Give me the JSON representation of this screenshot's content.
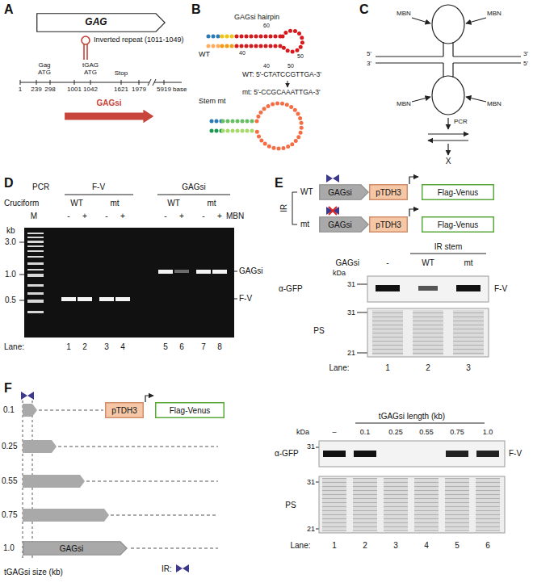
{
  "diagram": {
    "nodes": [
      {
        "text": [
          "GAG"
        ]
      },
      {
        "text": [
          "GAGsi"
        ]
      },
      {
        "text": [
          "GAGsi"
        ]
      },
      {
        "text": [
          "pTDH3"
        ]
      },
      {
        "text": [
          "Flag-Venus"
        ]
      },
      {
        "text": [
          "GAGsi"
        ]
      },
      {
        "text": [
          "pTDH3"
        ]
      },
      {
        "text": [
          "Flag-Venus"
        ]
      },
      {
        "text": [
          "pTDH3"
        ]
      },
      {
        "text": [
          "Flag-Venus"
        ]
      },
      {
        "text": [
          "GAGsi"
        ]
      }
    ],
    "labels": [
      "A",
      "B",
      "C",
      "D",
      "E",
      "F",
      "Inverted repeat (1011-1049)",
      "Gag ATG",
      "tGAG ATG",
      "Stop",
      "1",
      "239",
      "298",
      "1001",
      "1042",
      "1621",
      "1979",
      "5919",
      "base",
      "GAGsi hairpin",
      "60",
      "40",
      "50",
      "WT",
      "40",
      "50",
      "WT: 5'-CTATCCGTTGA-3'",
      "mt: 5'-CCGCAAATTGA-3'",
      "Stem mt",
      "MBN",
      "MBN",
      "MBN",
      "MBN",
      "5'",
      "3'",
      "3'",
      "5'",
      "PCR",
      "X",
      "PCR",
      "F-V",
      "GAGsi",
      "Cruciform",
      "WT",
      "mt",
      "WT",
      "mt",
      "-",
      "+",
      "-",
      "+",
      "-",
      "+",
      "-",
      "+",
      "MBN",
      "M",
      "kb",
      "3.0",
      "1.0",
      "0.5",
      "GAGsi",
      "F-V",
      "Lane:",
      "1",
      "2",
      "3",
      "4",
      "5",
      "6",
      "7",
      "8",
      "IR",
      "WT",
      "mt",
      "IR stem",
      "GAGsi",
      "-",
      "WT",
      "mt",
      "kDa",
      "α-GFP",
      "31",
      "F-V",
      "31",
      "21",
      "PS",
      "Lane:",
      "1",
      "2",
      "3",
      "0.1",
      "0.25",
      "0.55",
      "0.75",
      "1.0",
      "tGAGsi size (kb)",
      "tGAGsi length (kb)",
      "kDa",
      "–",
      "0.1",
      "0.25",
      "0.55",
      "0.75",
      "1.0",
      "α-GFP",
      "31",
      "F-V",
      "31",
      "21",
      "PS",
      "Lane:",
      "1",
      "2",
      "3",
      "4",
      "5",
      "6"
    ],
    "legend": [
      {
        "text": "IR:"
      }
    ]
  }
}
